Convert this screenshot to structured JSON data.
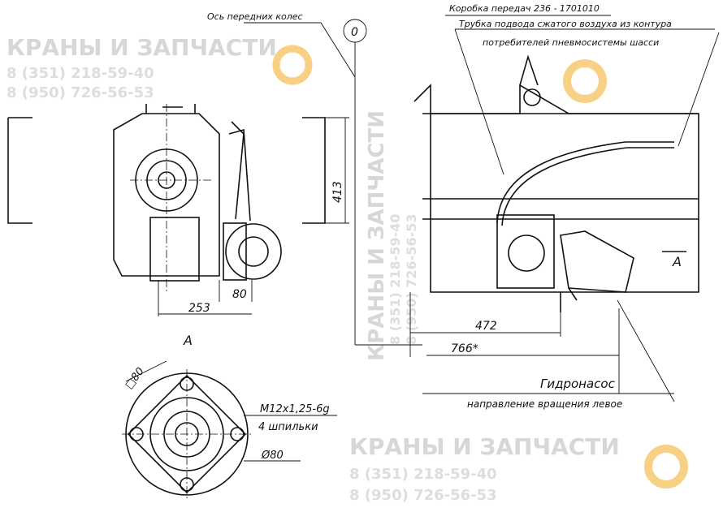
{
  "labels": {
    "front_axle": "Ось передних колес",
    "gearbox": "Коробка передач 236 - 1701010",
    "tube_line1": "Трубка подвода сжатого воздуха из контура",
    "tube_line2": "потребителей пневмосистемы шасси",
    "pump": "Гидронасос",
    "rotation": "направление вращения левое",
    "thread": "M12x1,25-6g",
    "studs": "4 шпильки",
    "diameter": "Ø80",
    "square": "□80",
    "view_a_top": "A",
    "view_a_side": "A",
    "axle_marker": "0"
  },
  "dimensions": {
    "d253": "253",
    "d80": "80",
    "d413": "413",
    "d472": "472",
    "d766": "766*"
  },
  "watermark": {
    "brand": "КРАНЫ И ЗАПЧАСТИ",
    "phone1": "8 (351) 218-59-40",
    "phone2": "8 (950) 726-56-53",
    "text_color": "#c8c8c8",
    "logo_color": "#f5b335"
  }
}
